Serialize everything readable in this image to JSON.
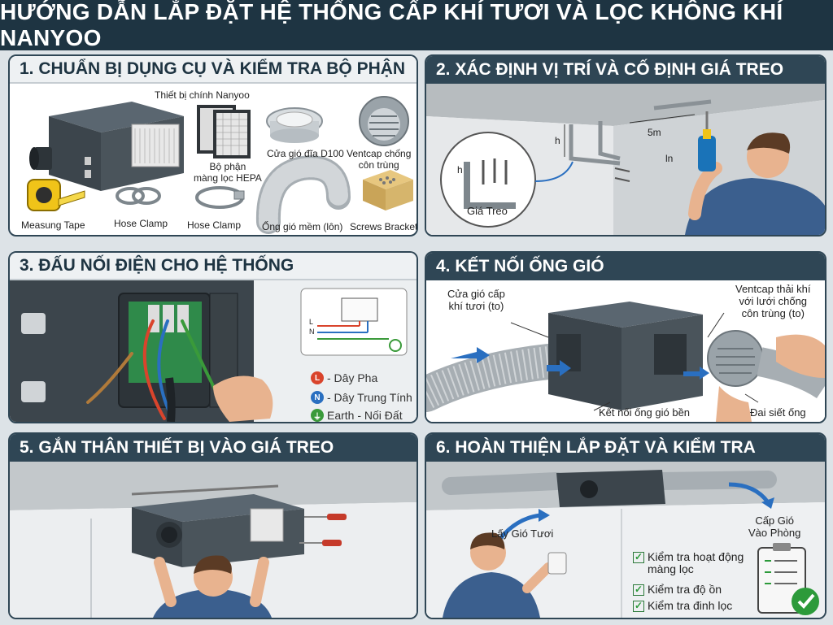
{
  "title": "HƯỚNG DẪN LẮP ĐẶT HỆ THỐNG CẤP KHÍ TƯƠI VÀ LỌC KHÔNG KHÍ NANYOO",
  "colors": {
    "header": "#1e3442",
    "panel_title_dark": "#2f4655",
    "live": "#d9442c",
    "neutral": "#2a6fc0",
    "earth": "#3a9a3a",
    "check": "#2c9a3a"
  },
  "steps": [
    {
      "title": "1. CHUẨN BỊ DỤNG CỤ VÀ KIỂM TRA BỘ PHẬN",
      "labels": {
        "main_unit": "Thiết bị chính Nanyoo",
        "hepa": "Bộ phận\nmàng lọc HEPA",
        "disc_vent": "Cửa gió đĩa D100",
        "ventcap": "Ventcap chống\ncôn trùng",
        "tape": "Measung Tape",
        "clamp1": "Hose Clamp",
        "clamp2": "Hose Clamp",
        "duct": "Ống gió mềm (lôn)",
        "screws": "Screws Bracket"
      }
    },
    {
      "title": "2. XÁC ĐỊNH VỊ TRÍ VÀ CỐ ĐỊNH GIÁ TREO",
      "labels": {
        "dim1": "5m",
        "dim2": "ln",
        "h1": "h",
        "h2": "h",
        "bracket": "Giá Treo"
      }
    },
    {
      "title": "3. ĐẤU NỐI ĐIỆN CHO HỆ THỐNG",
      "legend": [
        {
          "letter": "L",
          "text": "- Dây Pha",
          "color": "#d9442c"
        },
        {
          "letter": "N",
          "text": "- Dây Trung Tính",
          "color": "#2a6fc0"
        },
        {
          "letter": "⏚",
          "text": "Earth - Nối Đất",
          "color": "#3a9a3a"
        }
      ],
      "terminal_letters": [
        "L",
        "N"
      ]
    },
    {
      "title": "4. KẾT NỐI ỐNG GIÓ",
      "labels": {
        "fresh_in": "Cửa gió cấp\nkhí tươi (to)",
        "exhaust": "Ventcap thải khí\nvới lưới chống\ncôn trùng (to)",
        "connect": "Kết nối ống gió bền",
        "clamp": "Đai siết ống"
      }
    },
    {
      "title": "5. GẮN THÂN THIẾT BỊ VÀO GIÁ TREO"
    },
    {
      "title": "6. HOÀN THIỆN LẮP ĐẶT VÀ KIỂM TRA",
      "labels": {
        "intake": "Lấy Gió Tươi",
        "supply": "Cấp Gió\nVào Phòng"
      },
      "checklist": [
        "Kiểm tra hoạt động\nmàng lọc",
        "Kiểm tra độ ồn",
        "Kiểm tra đinh lọc"
      ]
    }
  ]
}
